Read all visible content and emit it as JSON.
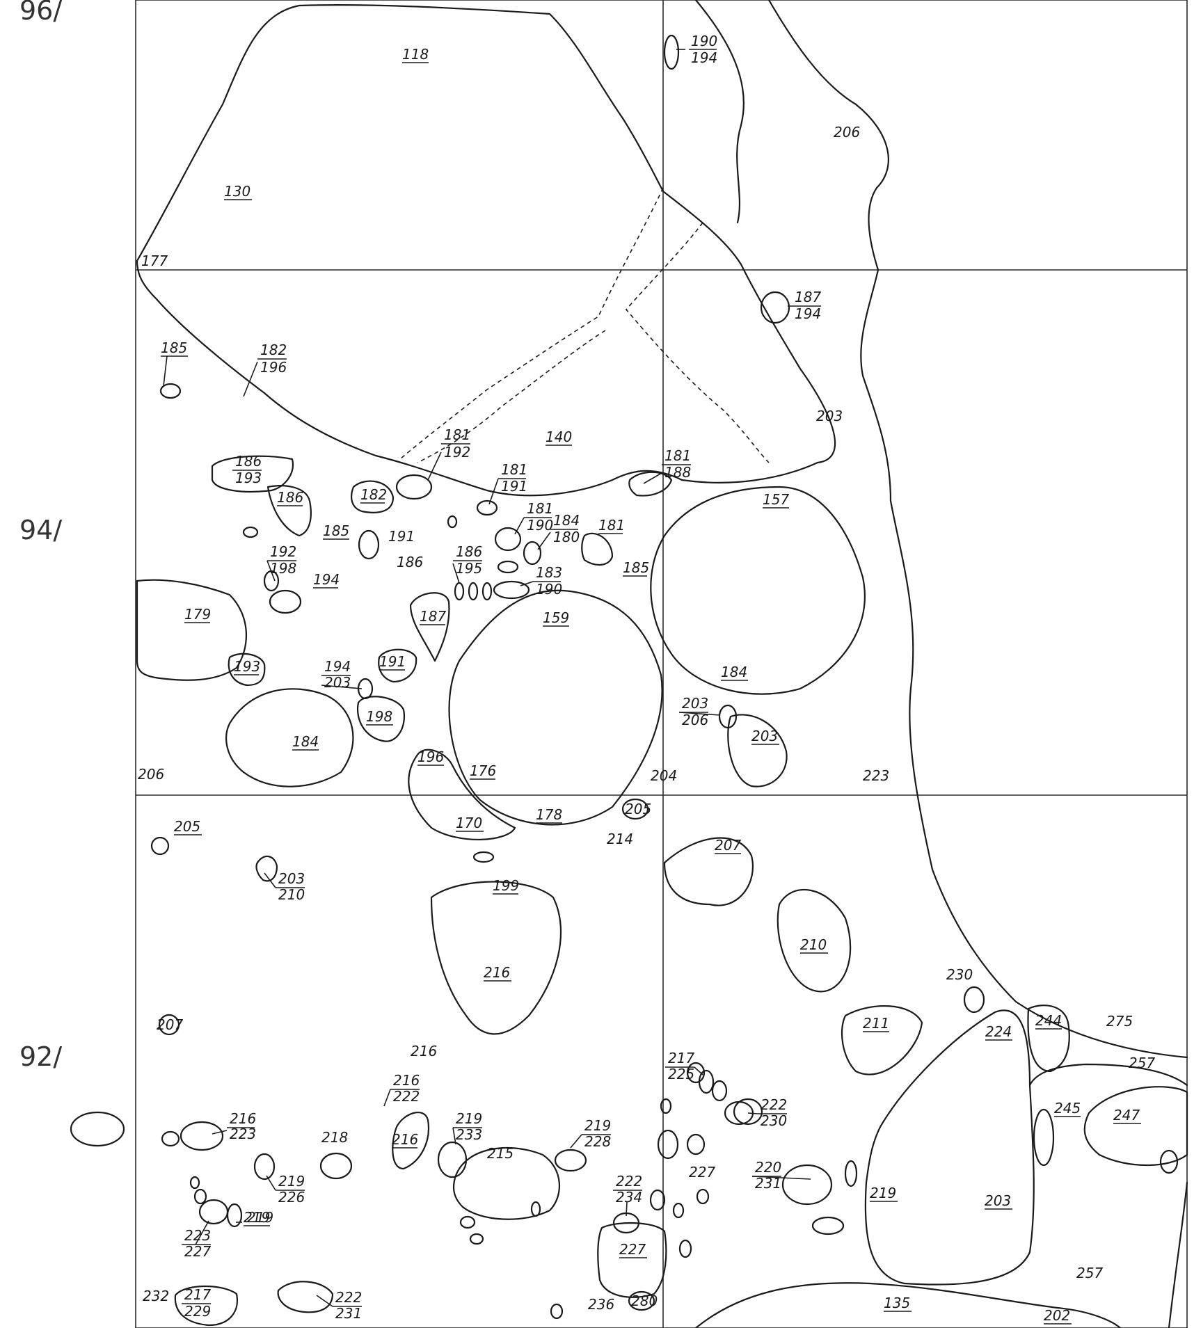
{
  "coords": {
    "y96": "96/",
    "y94": "94/",
    "y92": "92/"
  },
  "features": [
    {
      "id": "f118",
      "text": "118",
      "u": true
    },
    {
      "id": "f130",
      "text": "130",
      "u": true
    },
    {
      "id": "f177",
      "text": "177",
      "u": false
    },
    {
      "id": "f206a",
      "text": "206",
      "u": false
    },
    {
      "id": "f203a",
      "text": "203",
      "u": false
    },
    {
      "id": "f185a",
      "text": "185",
      "u": true
    },
    {
      "id": "f140",
      "text": "140",
      "u": true
    },
    {
      "id": "f186a",
      "text": "186",
      "u": true
    },
    {
      "id": "f182",
      "text": "182",
      "u": true
    },
    {
      "id": "f185b",
      "text": "185",
      "u": true
    },
    {
      "id": "f191a",
      "text": "191",
      "u": false
    },
    {
      "id": "f186b",
      "text": "186",
      "u": false
    },
    {
      "id": "f181a",
      "text": "181",
      "u": true
    },
    {
      "id": "f185c",
      "text": "185",
      "u": true
    },
    {
      "id": "f157",
      "text": "157",
      "u": true
    },
    {
      "id": "f194",
      "text": "194",
      "u": true
    },
    {
      "id": "f179",
      "text": "179",
      "u": true
    },
    {
      "id": "f187a",
      "text": "187",
      "u": true
    },
    {
      "id": "f159",
      "text": "159",
      "u": true
    },
    {
      "id": "f184a",
      "text": "184",
      "u": true
    },
    {
      "id": "f193",
      "text": "193",
      "u": true
    },
    {
      "id": "f191b",
      "text": "191",
      "u": true
    },
    {
      "id": "f198",
      "text": "198",
      "u": true
    },
    {
      "id": "f184b",
      "text": "184",
      "u": true
    },
    {
      "id": "f203b",
      "text": "203",
      "u": true
    },
    {
      "id": "f206b",
      "text": "206",
      "u": false
    },
    {
      "id": "f196",
      "text": "196",
      "u": true
    },
    {
      "id": "f176",
      "text": "176",
      "u": true
    },
    {
      "id": "f204",
      "text": "204",
      "u": false
    },
    {
      "id": "f223",
      "text": "223",
      "u": false
    },
    {
      "id": "f170",
      "text": "170",
      "u": true
    },
    {
      "id": "f178",
      "text": "178",
      "u": true
    },
    {
      "id": "f205a",
      "text": "205",
      "u": false
    },
    {
      "id": "f214",
      "text": "214",
      "u": false
    },
    {
      "id": "f205b",
      "text": "205",
      "u": true
    },
    {
      "id": "f207a",
      "text": "207",
      "u": true
    },
    {
      "id": "f199",
      "text": "199",
      "u": true
    },
    {
      "id": "f210",
      "text": "210",
      "u": true
    },
    {
      "id": "f216a",
      "text": "216",
      "u": true
    },
    {
      "id": "f230",
      "text": "230",
      "u": false
    },
    {
      "id": "f207b",
      "text": "207",
      "u": false
    },
    {
      "id": "f211",
      "text": "211",
      "u": true
    },
    {
      "id": "f224",
      "text": "224",
      "u": true
    },
    {
      "id": "f244",
      "text": "244",
      "u": true
    },
    {
      "id": "f275",
      "text": "275",
      "u": false
    },
    {
      "id": "f216b",
      "text": "216",
      "u": false
    },
    {
      "id": "f257a",
      "text": "257",
      "u": false
    },
    {
      "id": "f245",
      "text": "245",
      "u": true
    },
    {
      "id": "f247",
      "text": "247",
      "u": true
    },
    {
      "id": "f218",
      "text": "218",
      "u": false
    },
    {
      "id": "f216c",
      "text": "216",
      "u": true
    },
    {
      "id": "f215",
      "text": "215",
      "u": false
    },
    {
      "id": "f227a",
      "text": "227",
      "u": false
    },
    {
      "id": "f219a",
      "text": "219",
      "u": true
    },
    {
      "id": "f219b",
      "text": "219",
      "u": true
    },
    {
      "id": "f203c",
      "text": "203",
      "u": true
    },
    {
      "id": "f227b",
      "text": "227",
      "u": true
    },
    {
      "id": "f257b",
      "text": "257",
      "u": false
    },
    {
      "id": "f232",
      "text": "232",
      "u": false
    },
    {
      "id": "f236",
      "text": "236",
      "u": false
    },
    {
      "id": "f280",
      "text": "280",
      "u": false
    },
    {
      "id": "f135",
      "text": "135",
      "u": true
    },
    {
      "id": "f202",
      "text": "202",
      "u": true
    }
  ],
  "fractions": [
    {
      "id": "q190_194",
      "num": "190",
      "den": "194"
    },
    {
      "id": "q187_194",
      "num": "187",
      "den": "194"
    },
    {
      "id": "q182_196",
      "num": "182",
      "den": "196"
    },
    {
      "id": "q181_192",
      "num": "181",
      "den": "192"
    },
    {
      "id": "q186_193",
      "num": "186",
      "den": "193"
    },
    {
      "id": "q181_191",
      "num": "181",
      "den": "191"
    },
    {
      "id": "q181_188",
      "num": "181",
      "den": "188"
    },
    {
      "id": "q181_190",
      "num": "181",
      "den": "190"
    },
    {
      "id": "q184_180",
      "num": "184",
      "den": "180"
    },
    {
      "id": "q192_198",
      "num": "192",
      "den": "198"
    },
    {
      "id": "q186_195",
      "num": "186",
      "den": "195"
    },
    {
      "id": "q183_190",
      "num": "183",
      "den": "190"
    },
    {
      "id": "q194_203",
      "num": "194",
      "den": "203"
    },
    {
      "id": "q203_206",
      "num": "203",
      "den": "206"
    },
    {
      "id": "q203_210",
      "num": "203",
      "den": "210"
    },
    {
      "id": "q217_225",
      "num": "217",
      "den": "225"
    },
    {
      "id": "q216_222",
      "num": "216",
      "den": "222"
    },
    {
      "id": "q222_230",
      "num": "222",
      "den": "230"
    },
    {
      "id": "q216_223",
      "num": "216",
      "den": "223"
    },
    {
      "id": "q219_233",
      "num": "219",
      "den": "233"
    },
    {
      "id": "q219_228",
      "num": "219",
      "den": "228"
    },
    {
      "id": "q220_231",
      "num": "220",
      "den": "231"
    },
    {
      "id": "q219_226",
      "num": "219",
      "den": "226"
    },
    {
      "id": "q222_234",
      "num": "222",
      "den": "234"
    },
    {
      "id": "q223_227",
      "num": "223",
      "den": "227"
    },
    {
      "id": "q217_229",
      "num": "217",
      "den": "229"
    },
    {
      "id": "q222_231",
      "num": "222",
      "den": "231"
    }
  ],
  "extra_text": {
    "t219c": "219"
  }
}
